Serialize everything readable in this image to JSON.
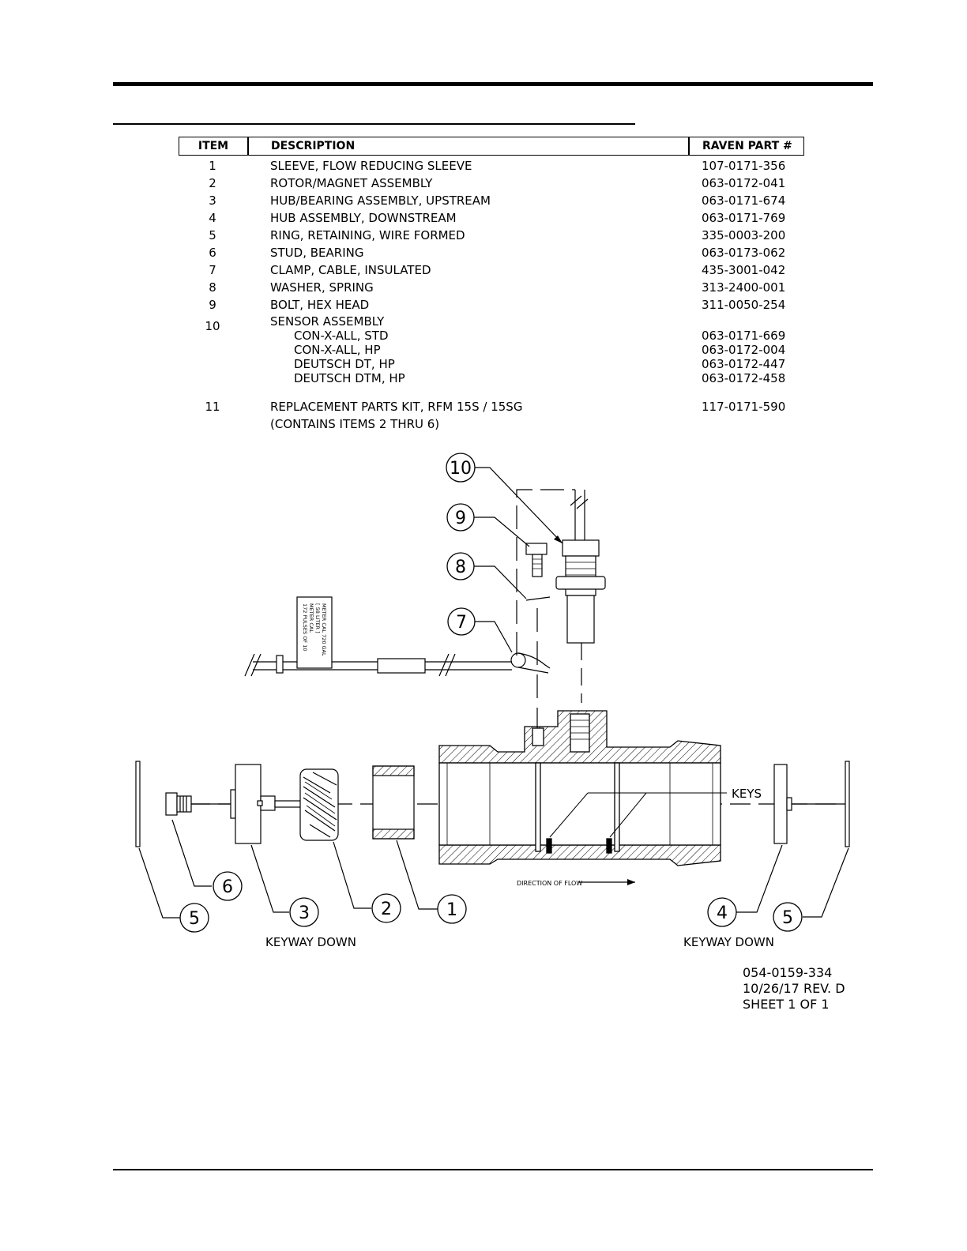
{
  "table": {
    "headers": {
      "item": "ITEM",
      "description": "DESCRIPTION",
      "part": "RAVEN PART #"
    },
    "rows": [
      {
        "item": "1",
        "description": "SLEEVE, FLOW REDUCING SLEEVE",
        "part": "107-0171-356"
      },
      {
        "item": "2",
        "description": "ROTOR/MAGNET ASSEMBLY",
        "part": "063-0172-041"
      },
      {
        "item": "3",
        "description": "HUB/BEARING ASSEMBLY, UPSTREAM",
        "part": "063-0171-674"
      },
      {
        "item": "4",
        "description": "HUB ASSEMBLY, DOWNSTREAM",
        "part": "063-0171-769"
      },
      {
        "item": "5",
        "description": "RING, RETAINING, WIRE FORMED",
        "part": "335-0003-200"
      },
      {
        "item": "6",
        "description": "STUD, BEARING",
        "part": "063-0173-062"
      },
      {
        "item": "7",
        "description": "CLAMP, CABLE, INSULATED",
        "part": "435-3001-042"
      },
      {
        "item": "8",
        "description": "WASHER, SPRING",
        "part": "313-2400-001"
      },
      {
        "item": "9",
        "description": "BOLT, HEX HEAD",
        "part": "311-0050-254"
      }
    ],
    "sensor": {
      "item": "10",
      "description": "SENSOR ASSEMBLY",
      "variants": [
        {
          "description": "CON-X-ALL, STD",
          "part": "063-0171-669"
        },
        {
          "description": "CON-X-ALL, HP",
          "part": "063-0172-004"
        },
        {
          "description": "DEUTSCH DT, HP",
          "part": "063-0172-447"
        },
        {
          "description": "DEUTSCH DTM, HP",
          "part": "063-0172-458"
        }
      ]
    },
    "kit": {
      "item": "11",
      "description": "REPLACEMENT PARTS KIT, RFM 15S / 15SG",
      "description2": "(CONTAINS ITEMS 2 THRU 6)",
      "part": "117-0171-590"
    }
  },
  "diagram": {
    "callouts": [
      "10",
      "9",
      "8",
      "7",
      "6",
      "5",
      "3",
      "2",
      "1",
      "4",
      "5"
    ],
    "keys_label": "KEYS",
    "flow_label": "DIRECTION OF FLOW",
    "keyway_left": "KEYWAY DOWN",
    "keyway_right": "KEYWAY DOWN",
    "tag_lines": [
      "METER CAL 720 GAL",
      "[ 58 LITER ]",
      "METER CAL",
      "172 PULSES OF 10"
    ]
  },
  "doc": {
    "number": "054-0159-334",
    "date_rev": "10/26/17 REV. D",
    "sheet": "SHEET 1 OF 1"
  }
}
